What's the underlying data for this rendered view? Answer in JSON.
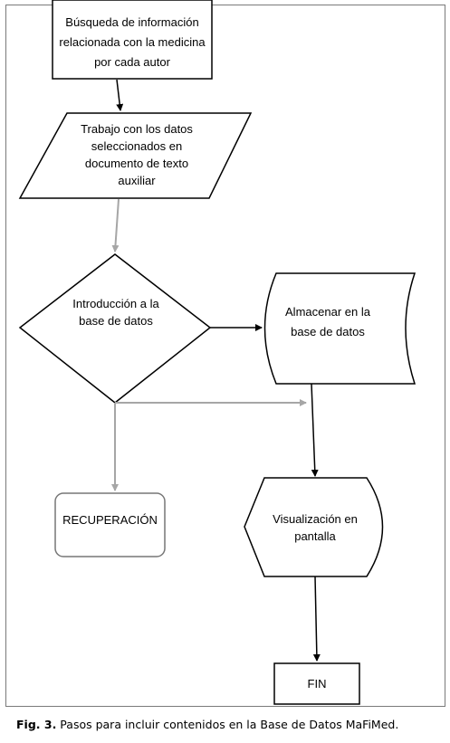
{
  "nodes": {
    "busqueda": "Búsqueda de información relacionada con la medicina por cada autor",
    "trabajo": "Trabajo con los datos seleccionados en documento de texto auxiliar",
    "introduccion": "Introducción a la base de datos",
    "almacenar": "Almacenar en la base de datos",
    "recuperacion": "RECUPERACIÓN",
    "visualizacion": "Visualización en pantalla",
    "fin": "FIN"
  },
  "caption": {
    "label": "Fig. 3.",
    "text": " Pasos para incluir contenidos en la Base de Datos MaFiMed."
  },
  "colors": {
    "stroke": "#000000",
    "connector_gray": "#a6a6a6",
    "frame": "#7a7a7a"
  }
}
